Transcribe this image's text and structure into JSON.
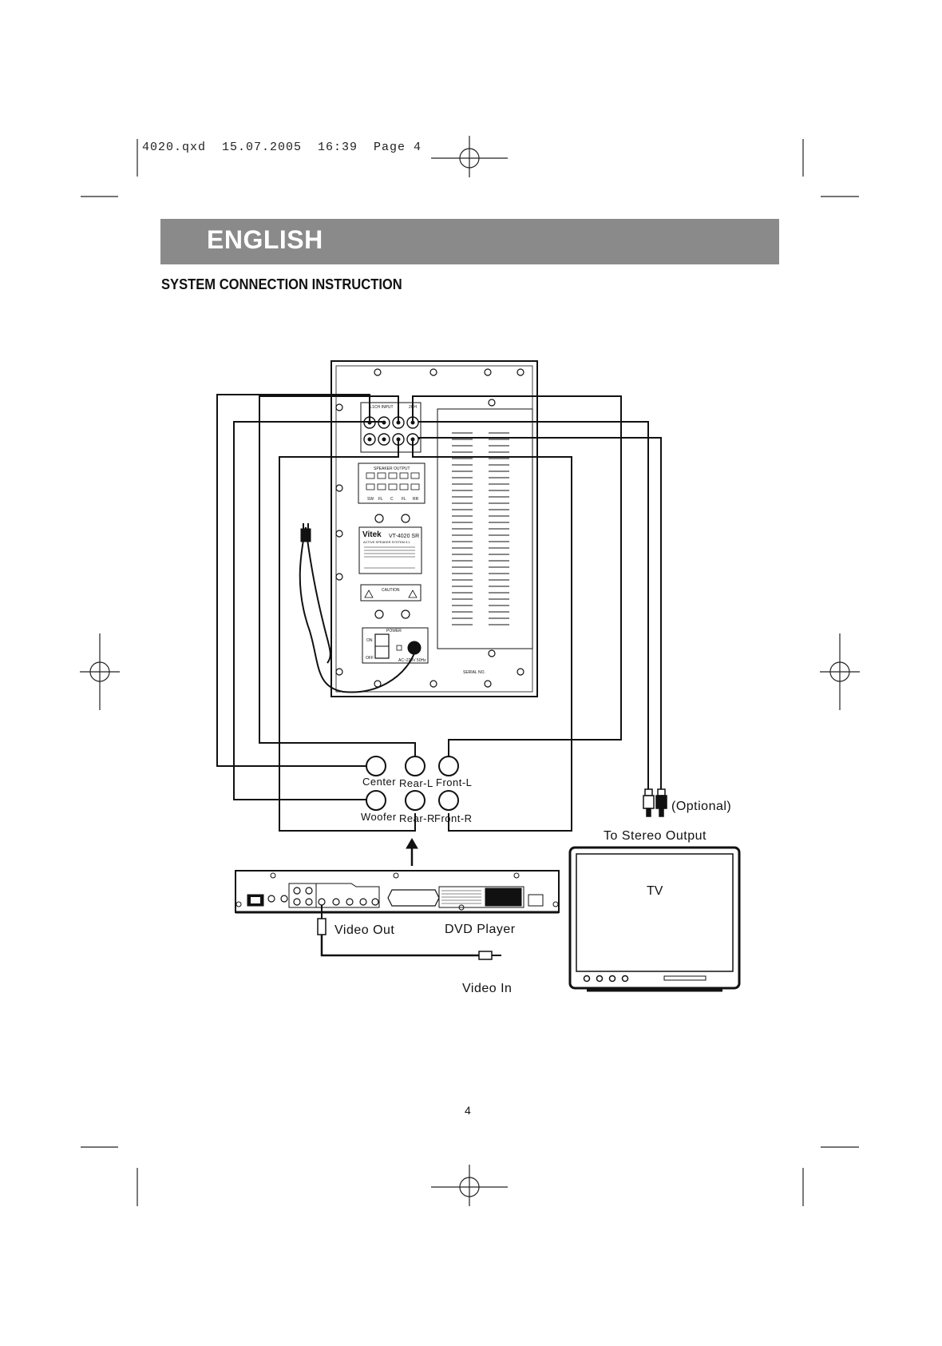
{
  "print_slug": "4020.qxd  15.07.2005  16:39  Page 4",
  "header": {
    "language": "ENGLISH"
  },
  "section_title": "SYSTEM CONNECTION INSTRUCTION",
  "subwoofer_panel": {
    "brand": "Vitek",
    "model": "VT-4020 SR",
    "subtitle": "ACTIVE SPEAKER SYSTEM 5.1",
    "input_label": "5.1CH INPUT",
    "input_2ch_label": "2CH",
    "speaker_output_label": "SPEAKER OUTPUT",
    "speaker_channels": [
      "SW",
      "FL",
      "C",
      "FL",
      "RR"
    ],
    "caution_label": "CAUTION",
    "power_label": "POWER",
    "power_on": "ON",
    "power_off": "OFF",
    "ac_label": "AC~220V 50Hz",
    "serial_label": "SERIAL NO."
  },
  "connectors": {
    "center": "Center",
    "rear_l": "Rear-L",
    "front_l": "Front-L",
    "woofer": "Woofer",
    "rear_r": "Rear-R",
    "front_r": "Front-R"
  },
  "labels": {
    "optional": "(Optional)",
    "stereo_output": "To Stereo Output",
    "tv": "TV",
    "video_out": "Video Out",
    "dvd_player": "DVD Player",
    "video_in": "Video In"
  },
  "page_number": "4"
}
